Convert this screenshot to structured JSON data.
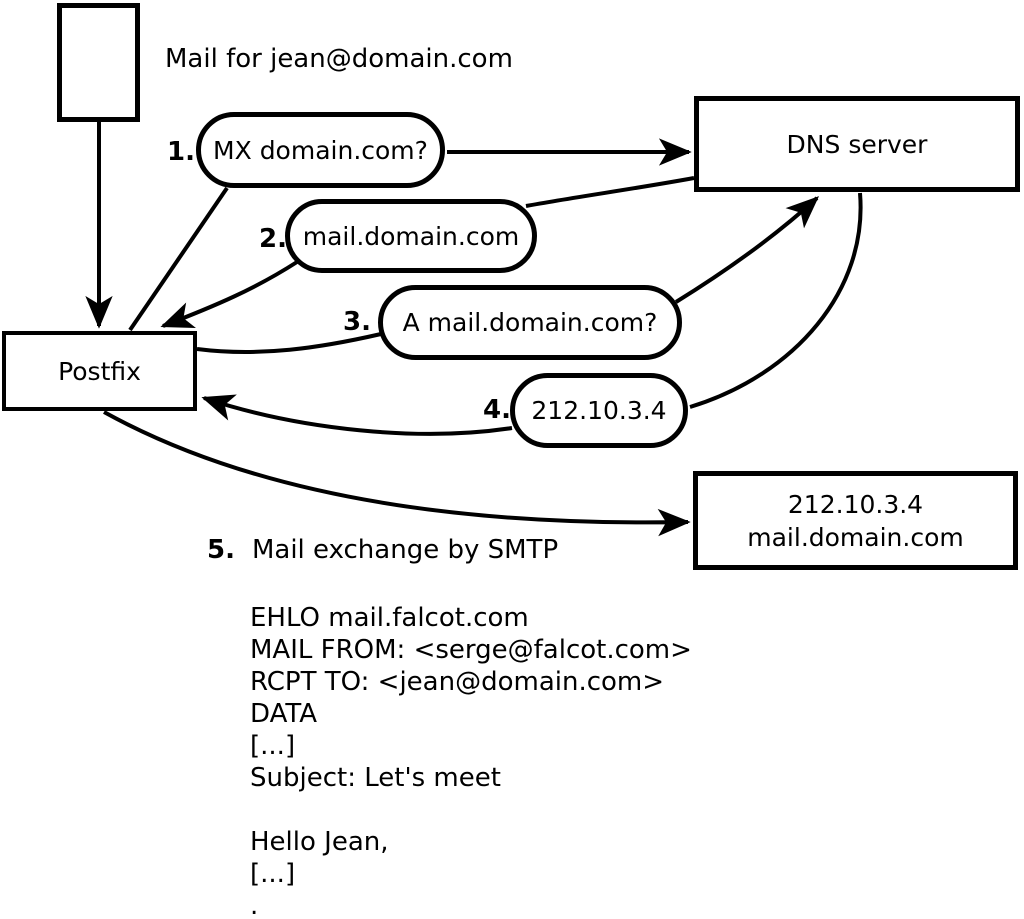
{
  "diagram": {
    "note": "Mail for jean@domain.com",
    "nodes": {
      "postfix": {
        "label": "Postfix"
      },
      "dns": {
        "label": "DNS server"
      },
      "destination": {
        "line1": "212.10.3.4",
        "line2": "mail.domain.com"
      }
    },
    "steps": [
      {
        "num": "1.",
        "label": "MX domain.com?"
      },
      {
        "num": "2.",
        "label": "mail.domain.com"
      },
      {
        "num": "3.",
        "label": "A mail.domain.com?"
      },
      {
        "num": "4.",
        "label": "212.10.3.4"
      },
      {
        "num": "5.",
        "label": "Mail exchange by SMTP"
      }
    ],
    "smtp_session": {
      "lines": [
        "EHLO mail.falcot.com",
        "MAIL FROM: <serge@falcot.com>",
        "RCPT TO: <jean@domain.com>",
        "DATA",
        "[...]",
        "Subject: Let's meet",
        "",
        "Hello Jean,",
        "[...]",
        "."
      ]
    },
    "colors": {
      "stroke": "#000000",
      "background": "#ffffff"
    }
  }
}
